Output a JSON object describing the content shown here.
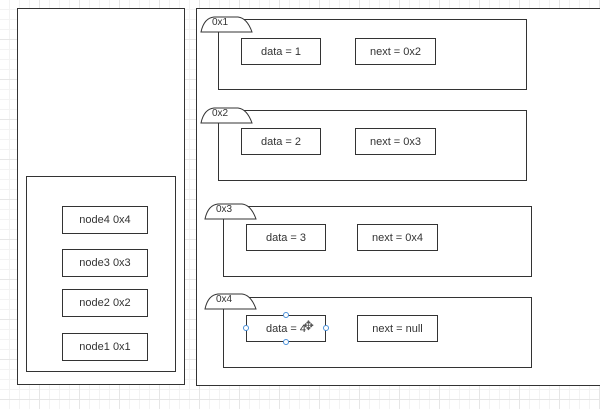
{
  "stack": {
    "items": [
      {
        "label": "node4 0x4"
      },
      {
        "label": "node3 0x3"
      },
      {
        "label": "node2 0x2"
      },
      {
        "label": "node1 0x1"
      }
    ]
  },
  "nodes": [
    {
      "address": "0x1",
      "data": "data = 1",
      "next": "next = 0x2"
    },
    {
      "address": "0x2",
      "data": "data = 2",
      "next": "next = 0x3"
    },
    {
      "address": "0x3",
      "data": "data = 3",
      "next": "next = 0x4"
    },
    {
      "address": "0x4",
      "data": "data = 4",
      "next": "next = null"
    }
  ],
  "colors": {
    "stroke": "#333333",
    "selection": "#4a90d9",
    "grid": "#e6e6e6"
  },
  "icons": {
    "cursor": "move-cursor-icon"
  }
}
